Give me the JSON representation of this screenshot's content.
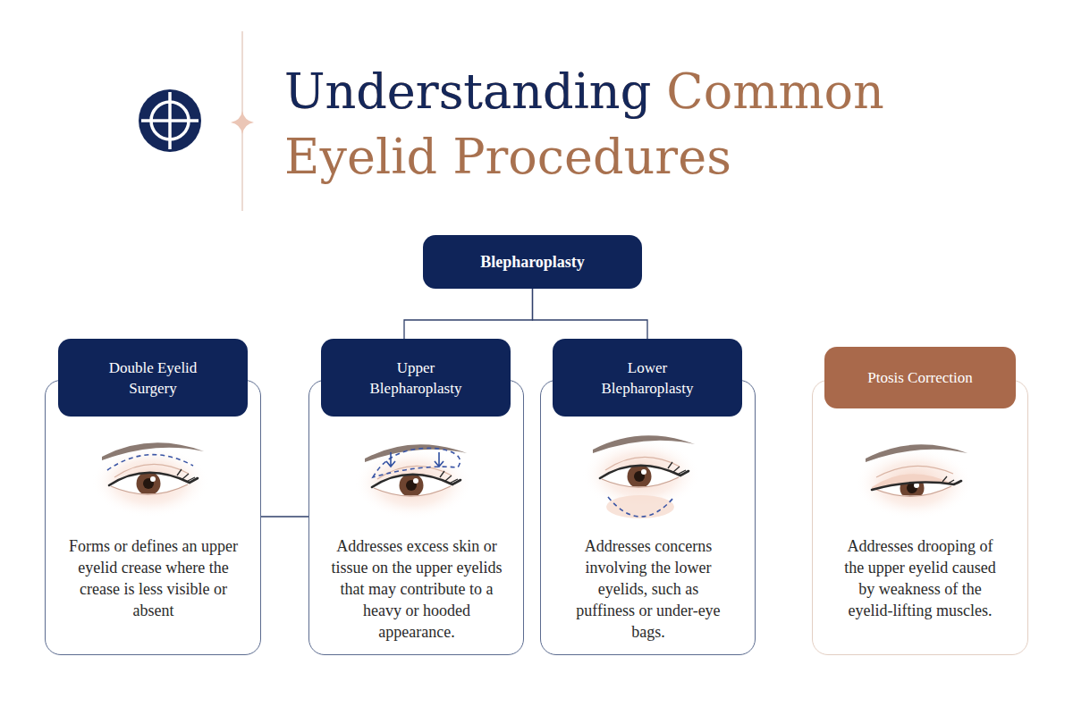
{
  "diagram": {
    "title": "Understanding Common Eyelid Procedures",
    "nodes": [
      {
        "text": [
          "Blepharoplasty"
        ]
      },
      {
        "text": [
          "Double Eyelid Surgery",
          "Forms or defines an upper eyelid crease where the crease is less visible or absent"
        ]
      },
      {
        "text": [
          "Upper Blepharoplasty",
          "Addresses excess skin or tissue on the upper eyelids that may contribute to a heavy or hooded appearance."
        ]
      },
      {
        "text": [
          "Lower Blepharoplasty",
          "Addresses concerns involving the lower eyelids, such as puffiness or under-eye bags."
        ]
      },
      {
        "text": [
          "Ptosis Correction",
          "Addresses drooping of the upper eyelid caused by weakness of the eyelid-lifting muscles."
        ]
      }
    ],
    "edges": [
      {
        "from": 0,
        "to": 2,
        "arrow": "none"
      },
      {
        "from": 0,
        "to": 3,
        "arrow": "none"
      },
      {
        "from": 1,
        "to": 2,
        "arrow": "none"
      }
    ]
  }
}
